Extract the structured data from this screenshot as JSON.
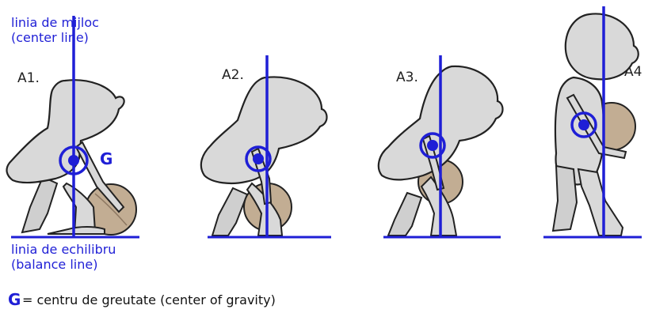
{
  "labels": {
    "center_line_ro": "linia de mijloc",
    "center_line_en": "(center line)",
    "balance_line_ro": "linia de echilibru",
    "balance_line_en": "(balance line)",
    "g_marker": "G",
    "legend_symbol": "G",
    "legend_text": "= centru de greutate (center of gravity)"
  },
  "panels": [
    {
      "id": "a1",
      "label": "A1."
    },
    {
      "id": "a2",
      "label": "A2."
    },
    {
      "id": "a3",
      "label": "A3."
    },
    {
      "id": "a4",
      "label": "A4"
    }
  ],
  "colors": {
    "line_blue": "#1f1fd6",
    "body_fill": "#d9d9d9",
    "body_stroke": "#222222",
    "ball_fill": "#c2ad93"
  }
}
